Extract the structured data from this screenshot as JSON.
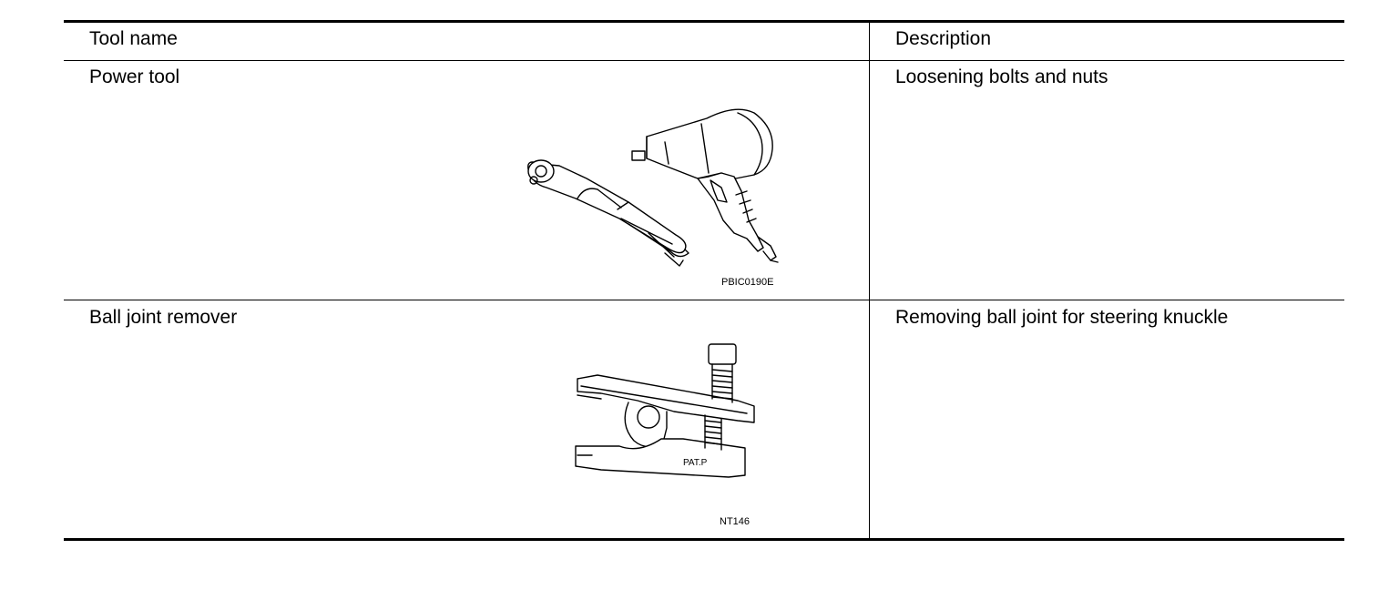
{
  "table": {
    "headers": {
      "tool_name": "Tool name",
      "description": "Description"
    },
    "rows": [
      {
        "tool_name": "Power tool",
        "description": "Loosening bolts and nuts",
        "figure_code": "PBIC0190E"
      },
      {
        "tool_name": "Ball joint remover",
        "description": "Removing ball joint for steering knuckle",
        "figure_code": "NT146",
        "figure_stamp": "PAT.P"
      }
    ]
  }
}
